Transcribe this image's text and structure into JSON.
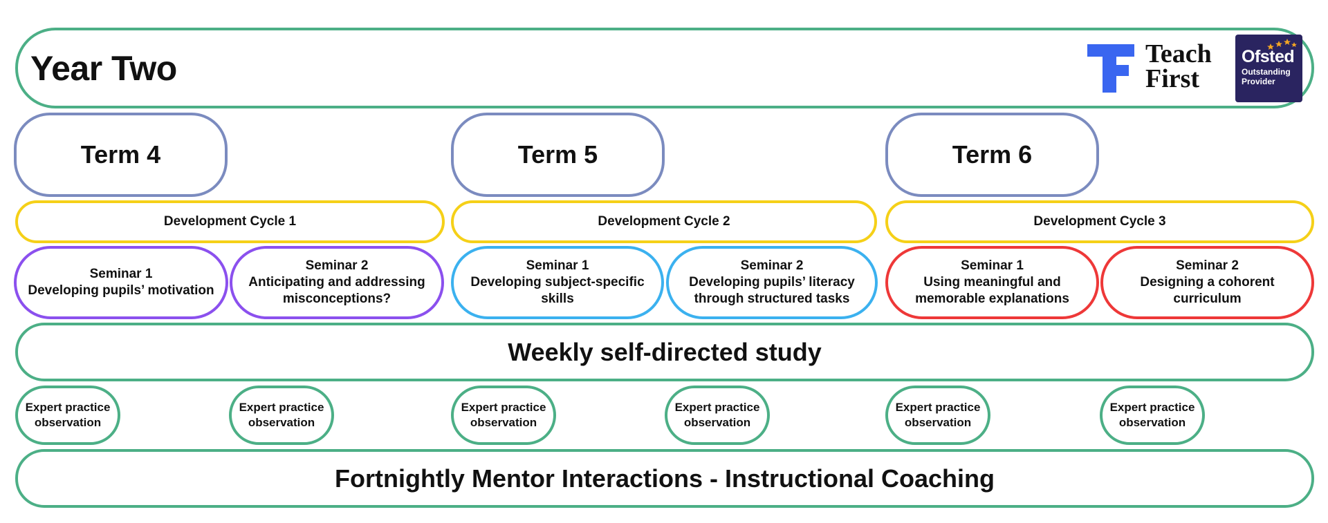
{
  "header": {
    "title": "Year Two",
    "teach_first_line1": "Teach",
    "teach_first_line2": "First",
    "ofsted_name": "Ofsted",
    "ofsted_line1": "Outstanding",
    "ofsted_line2": "Provider"
  },
  "terms": [
    "Term 4",
    "Term 5",
    "Term 6"
  ],
  "cycles": [
    "Development Cycle 1",
    "Development Cycle 2",
    "Development Cycle 3"
  ],
  "seminars": [
    {
      "heading": "Seminar 1",
      "line1": "Developing pupils’ motivation",
      "line2": ""
    },
    {
      "heading": "Seminar 2",
      "line1": "Anticipating and addressing",
      "line2": "misconceptions?"
    },
    {
      "heading": "Seminar 1",
      "line1": "Developing subject-specific skills",
      "line2": ""
    },
    {
      "heading": "Seminar 2",
      "line1": "Developing pupils’ literacy",
      "line2": "through structured tasks"
    },
    {
      "heading": "Seminar 1",
      "line1": "Using meaningful and",
      "line2": "memorable explanations"
    },
    {
      "heading": "Seminar 2",
      "line1": "Designing a cohorent curriculum",
      "line2": ""
    }
  ],
  "weekly_study": "Weekly self-directed study",
  "observation": {
    "line1": "Expert practice",
    "line2": "observation"
  },
  "mentor": "Fortnightly Mentor Interactions - Instructional Coaching",
  "colors": {
    "frame_green": "#4caf86",
    "term_border": "#7b8bbf",
    "cycle_border": "#f5d018",
    "cycle1_seminars": "#8b50ee",
    "cycle2_seminars": "#3bb1ef",
    "cycle3_seminars": "#ee3838",
    "teach_first_blue": "#3a66f0",
    "ofsted_navy": "#2a2460",
    "ofsted_stars": "#f5a623"
  }
}
